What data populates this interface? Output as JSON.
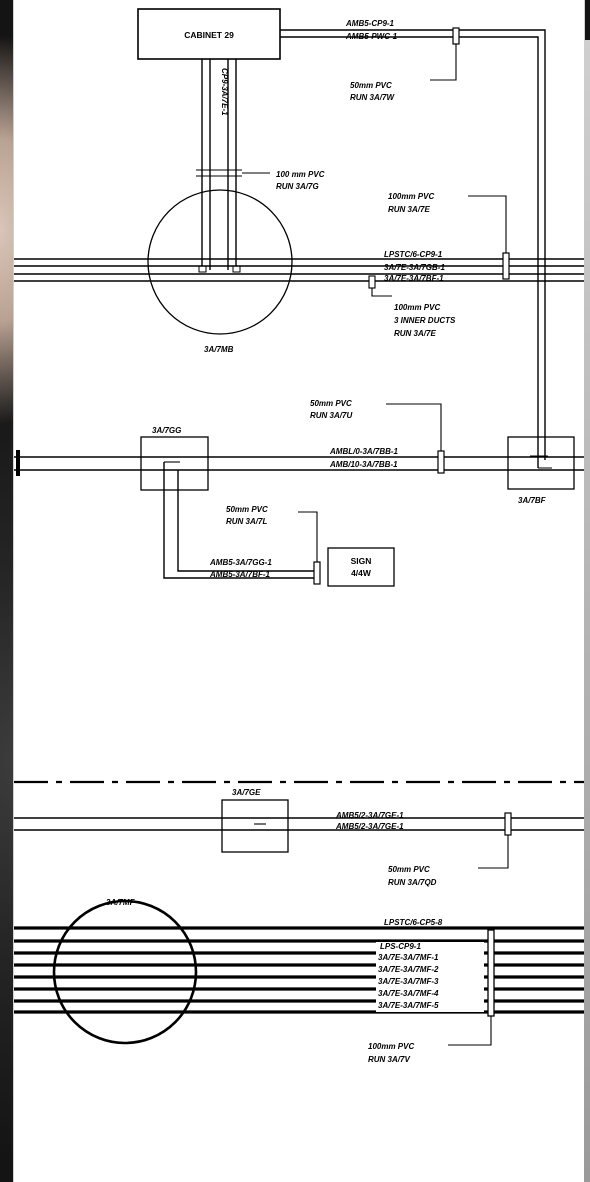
{
  "drawing": {
    "cabinet_label": "CABINET 29",
    "labels": {
      "pipe_top_right": [
        "50mm PVC",
        "RUN 3A/7W"
      ],
      "pipe_vertical_run": [
        "100 mm PVC",
        "RUN 3A/7G"
      ],
      "pipe_100_7e": [
        "100mm PVC",
        "RUN 3A/7E"
      ],
      "pipe_100_inner": [
        "100mm PVC",
        "3 INNER DUCTS",
        "RUN 3A/7E"
      ],
      "pit_7m_label": "3A/7MB",
      "pipe_50_7u": [
        "50mm PVC",
        "RUN 3A/7U"
      ],
      "pit_7gg_label": "3A/7GG",
      "pit_7bf_label": "3A/7BF",
      "pipe_50_7l": [
        "50mm PVC",
        "RUN 3A/7L"
      ],
      "sign_box": [
        "SIGN",
        "4/4W"
      ],
      "pit_7ge_label": "3A/7GE",
      "pipe_50_7q": [
        "50mm PVC",
        "RUN 3A/7QD"
      ],
      "pit_7mf_label": "3A/7MF",
      "pipe_100_7v": [
        "100mm PVC",
        "RUN 3A/7V"
      ]
    },
    "cable_tags": {
      "top_right": [
        "AMB5-CP9-1",
        "AMB5-PWC-1"
      ],
      "cable_tags_column": "CP9-3A/7E-1",
      "mid_run": [
        "LPSTC/6-CP9-1",
        "3A/7E-3A/7GB-1",
        "3A/7E-3A/7BF-1"
      ],
      "mid_lower": [
        "AMBL/0-3A/7BB-1",
        "AMB/10-3A/7BB-1"
      ],
      "sign_feed": [
        "AMB5-3A/7GG-1",
        "AMB5-3A/7BF-1"
      ],
      "lower_run": [
        "AMB5/2-3A/7GE-1",
        "AMB5/2-3A/7GE-1"
      ],
      "bottom_bundle": [
        "LPSTC/6-CP5-8",
        "LPS-CP9-1",
        "3A/7E-3A/7MF-1",
        "3A/7E-3A/7MF-2",
        "3A/7E-3A/7MF-3",
        "3A/7E-3A/7MF-4",
        "3A/7E-3A/7MF-5"
      ]
    }
  }
}
